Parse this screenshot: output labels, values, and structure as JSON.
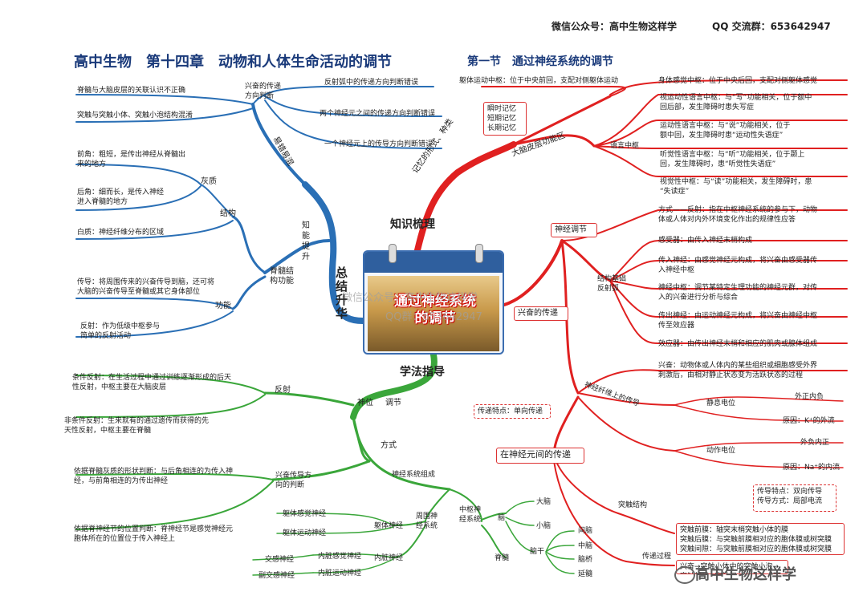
{
  "header": {
    "wechat": "微信公众号：高中生物这样学",
    "qq": "QQ 交流群：653642947",
    "title": "高中生物　第十四章　动物和人体生命活动的调节",
    "section": "第一节　通过神经系统的调节"
  },
  "center": {
    "title": "通过神经系统\n的调节",
    "watermark1": "微信公众号：高中生物这样学",
    "watermark2": "QQ群：653642947"
  },
  "branches": {
    "summary": "总结\n升华",
    "knowledge": "知识梳理",
    "method": "学法指导"
  },
  "colors": {
    "blue": "#2a6fb5",
    "red": "#e02020",
    "green": "#3aa63a"
  },
  "blue": {
    "misconception": "易错易混",
    "direction_judge": "兴奋的传递\n方向判断",
    "d1": "反射弧中的传递方向判断错误",
    "d2": "两个神经元之间的传递方向判断错误",
    "d3": "一个神经元上的传导方向判断错误",
    "l1": "脊髓与大脑皮层的关联认识不正确",
    "l2": "突触与突触小体、突触小泡结构混淆",
    "ability": "知能\n提升",
    "spinal": "脊髓结\n构功能",
    "structure": "结构",
    "function": "功能",
    "gray": "灰质",
    "front": "前角：粗短，是传出神经从脊髓出\n来的地方",
    "back": "后角：细而长，是传入神经\n进入脊髓的地方",
    "white": "白质：神经纤维分布的区域",
    "conduct": "传导：将周围传来的兴奋传导到脑，还可将\n大脑的兴奋传导至脊髓或其它身体部位",
    "reflex": "反射：作为低级中枢参与\n简单的反射活动"
  },
  "red": {
    "memory_form": "记忆的形式、种类",
    "memories": "瞬时记忆\n短期记忆\n长期记忆",
    "cortex": "大脑皮层功能区",
    "somatic_motor": "躯体运动中枢：位于中央前回，支配对侧躯体运动",
    "somatic_sense": "身体感觉中枢：位于中央后回，支配对侧躯体感觉",
    "language": "语言中枢",
    "lang1": "视运动性语言中枢：与“写”功能相关，位于额中\n回后部，发生障碍时患失写症",
    "lang2": "运动性语言中枢：与“说”功能相关，位于\n额中回，发生障碍时患“运动性失语症”",
    "lang3": "听觉性语言中枢：与“听”功能相关，位于颞上\n回，发生障碍时，患“听觉性失语症”",
    "lang4": "视觉性中枢：与“读”功能相关，发生障碍时，患\n“失读症”",
    "neural_reg": "神经调节",
    "method_reflex": "方式——反射：指在中枢神经系统的参与下，动物\n体或人体对内外环境变化作出的规律性应答",
    "basis": "结构基础\n反射弧",
    "receptor": "感受器：由传入神经末梢构成",
    "afferent": "传入神经：由感觉神经元构成，将兴奋由感受器传\n入神经中枢",
    "center_n": "神经中枢：调节某特定生理功能的神经元群，对传\n入的兴奋进行分析与综合",
    "efferent": "传出神经：由运动神经元构成，将兴奋由神经中枢\n传至效应器",
    "effector": "效应器：由传出神经末梢和相应的肌肉或腺体组成",
    "excitation_transfer": "兴奋的传递",
    "excitation": "兴奋：动物体或人体内的某些组织或细胞感受外界\n刺激后，由相对静止状态变为活跃状态的过程",
    "fiber": "神经纤维上的传导",
    "resting": "静息电位",
    "rest_out": "外正内负",
    "rest_cause": "原因：K⁺的外流",
    "action": "动作电位",
    "act_out": "外负内正",
    "act_cause": "原因：Na⁺的内流",
    "features": "传导特点：双向传导\n传导方式：局部电流",
    "between": "在神经元间的传递",
    "between_feature": "传递特点：单向传递",
    "synapse": "突触结构",
    "synapse_detail": "突触前膜：轴突末梢突触小体的膜\n突触后膜：与突触前膜相对应的胞体膜或树突膜\n突触间隙：与突触前膜相对应的胞体膜或树突膜",
    "process": "传递过程",
    "process_detail": "兴奋→突触小体中的突触小泡→突触前膜→突触间"
  },
  "green": {
    "positioning": "神位",
    "regulation": "调节",
    "reflex_label": "反射",
    "conditioned": "条件反射：在生活过程中通过训练逐渐形成的后天\n性反射，中枢主要在大脑皮层",
    "unconditioned": "非条件反射：生来就有的通过遗传而获得的先\n天性反射，中枢主要在脊髓",
    "way": "方式",
    "exc_direction": "兴奋传导方\n向的判断",
    "j1": "依据脊髓灰质的形状判断：与后角相连的为传入神\n经，与前角相连的为传出神经",
    "j2": "依据脊神经节的位置判断：脊神经节是感觉神经元\n胞体所在的位置位于传入神经上",
    "nervous_system": "神经系统组成",
    "cns": "中枢神\n经系统",
    "pns": "周围神\n经系统",
    "brain": "脑",
    "spinal_cord": "脊髓",
    "cerebrum": "大脑",
    "cerebellum": "小脑",
    "brainstem": "脑干",
    "diencephalon": "间脑",
    "midbrain": "中脑",
    "pons": "脑桥",
    "medulla": "延髓",
    "somatic": "躯体神经",
    "visceral": "内脏神经",
    "somatic_sensory": "躯体感觉神经",
    "somatic_motor": "躯体运动神经",
    "visceral_sensory": "内脏感觉神经",
    "visceral_motor": "内脏运动神经",
    "sympathetic": "交感神经",
    "parasympathetic": "副交感神经"
  },
  "footer": {
    "brand": "高中生物这样学"
  }
}
